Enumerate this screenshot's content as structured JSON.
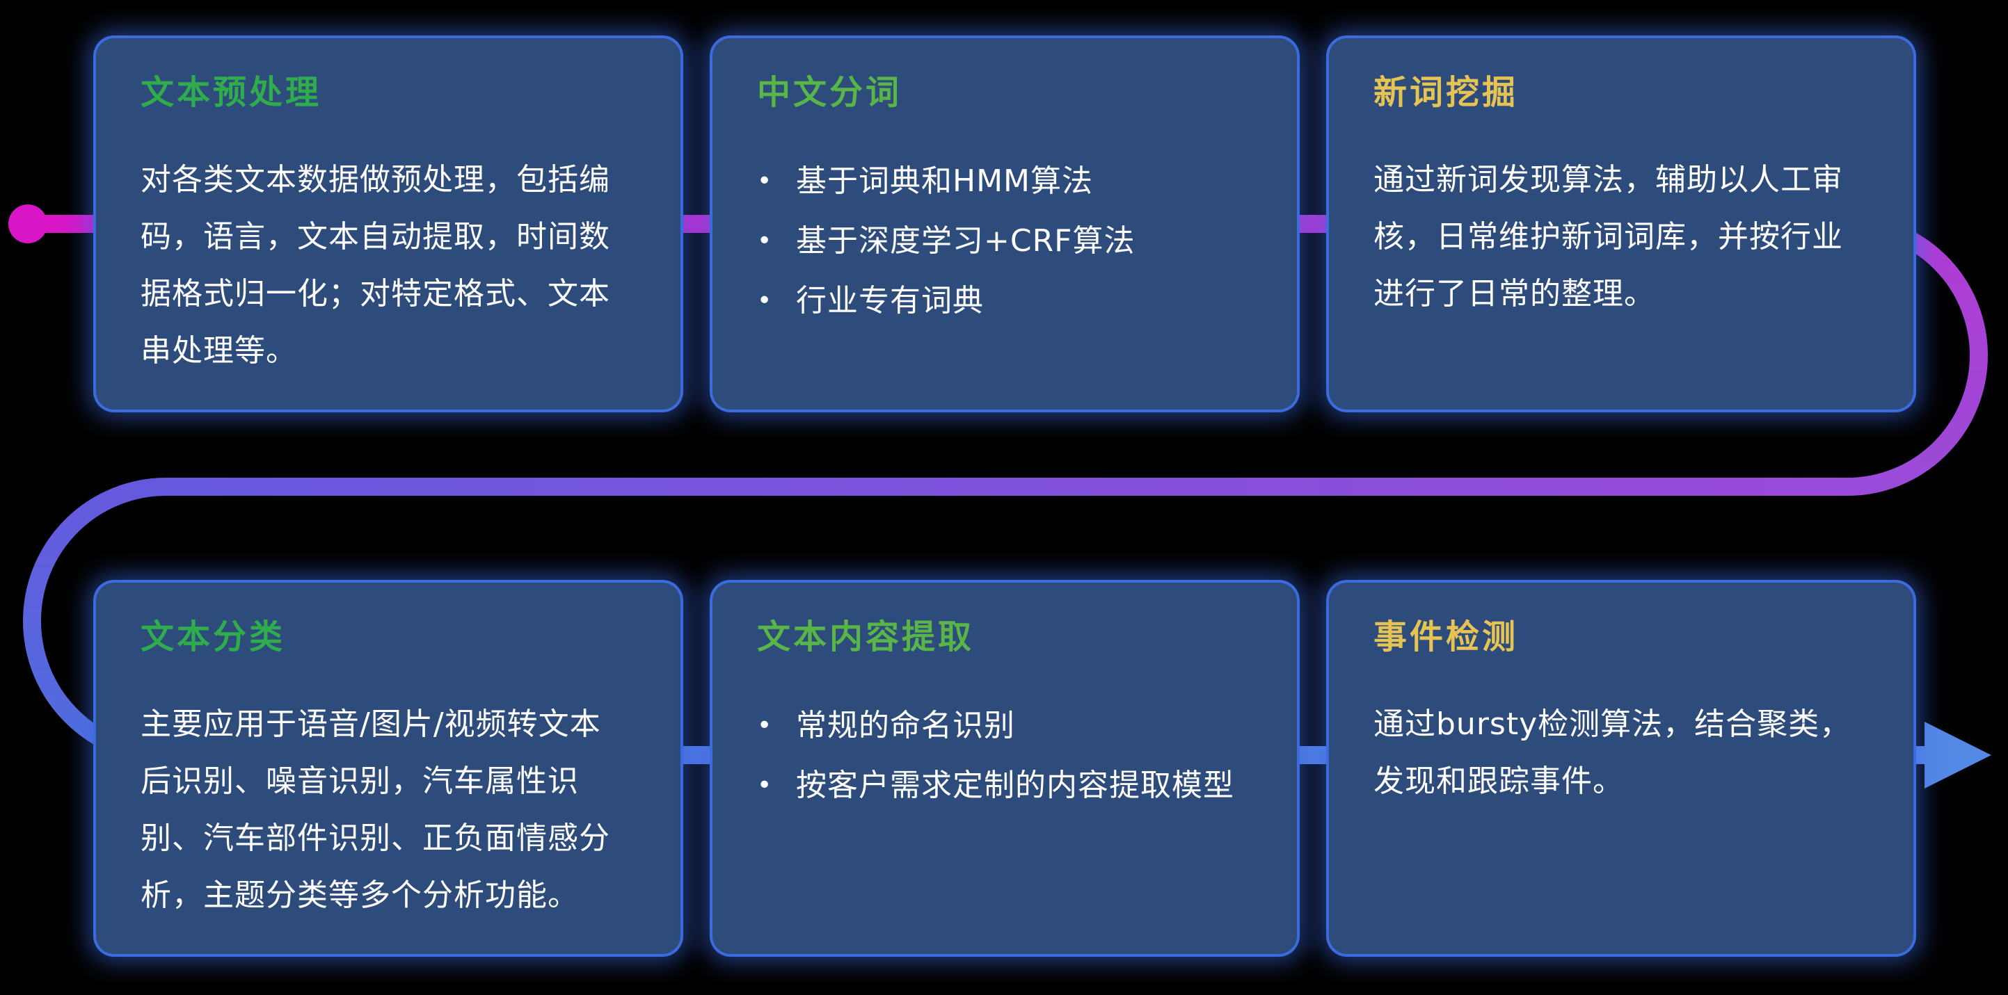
{
  "colors": {
    "bg": "#000000",
    "card-bg": "#2d4b7b",
    "card-edge": "#3c6bde",
    "card-glow": "rgba(60,108,228,0.55)",
    "title-green": "#2fad4d",
    "title-lime": "#5ab549",
    "title-yellow": "#e6c454",
    "text": "#ffffff",
    "flow-start": "#d816c8",
    "flow-p1": "#b23bd3",
    "flow-p2": "#9a4bd9",
    "flow-p3": "#6659de",
    "flow-p4": "#4f6edd",
    "flow-end": "#5589e6"
  },
  "ui": {
    "bullet_char": "•"
  },
  "cards": [
    {
      "title": "文本预处理",
      "title_color": "green",
      "type": "paragraph",
      "text": "对各类文本数据做预处理，包括编码，语言，文本自动提取，时间数据格式归一化；对特定格式、文本串处理等。"
    },
    {
      "title": "中文分词",
      "title_color": "lime",
      "type": "bullets",
      "bullets": [
        "基于词典和HMM算法",
        "基于深度学习+CRF算法",
        "行业专有词典"
      ]
    },
    {
      "title": "新词挖掘",
      "title_color": "yellow",
      "type": "paragraph",
      "text": "通过新词发现算法，辅助以人工审核，日常维护新词词库，并按行业进行了日常的整理。"
    },
    {
      "title": "文本分类",
      "title_color": "green",
      "type": "paragraph",
      "text": "主要应用于语音/图片/视频转文本后识别、噪音识别，汽车属性识别、汽车部件识别、正负面情感分析，主题分类等多个分析功能。"
    },
    {
      "title": "文本内容提取",
      "title_color": "lime",
      "type": "bullets",
      "bullets": [
        "常规的命名识别",
        "按客户需求定制的内容提取模型"
      ]
    },
    {
      "title": "事件检测",
      "title_color": "yellow",
      "type": "paragraph",
      "text": "通过bursty检测算法，结合聚类，发现和跟踪事件。"
    }
  ]
}
